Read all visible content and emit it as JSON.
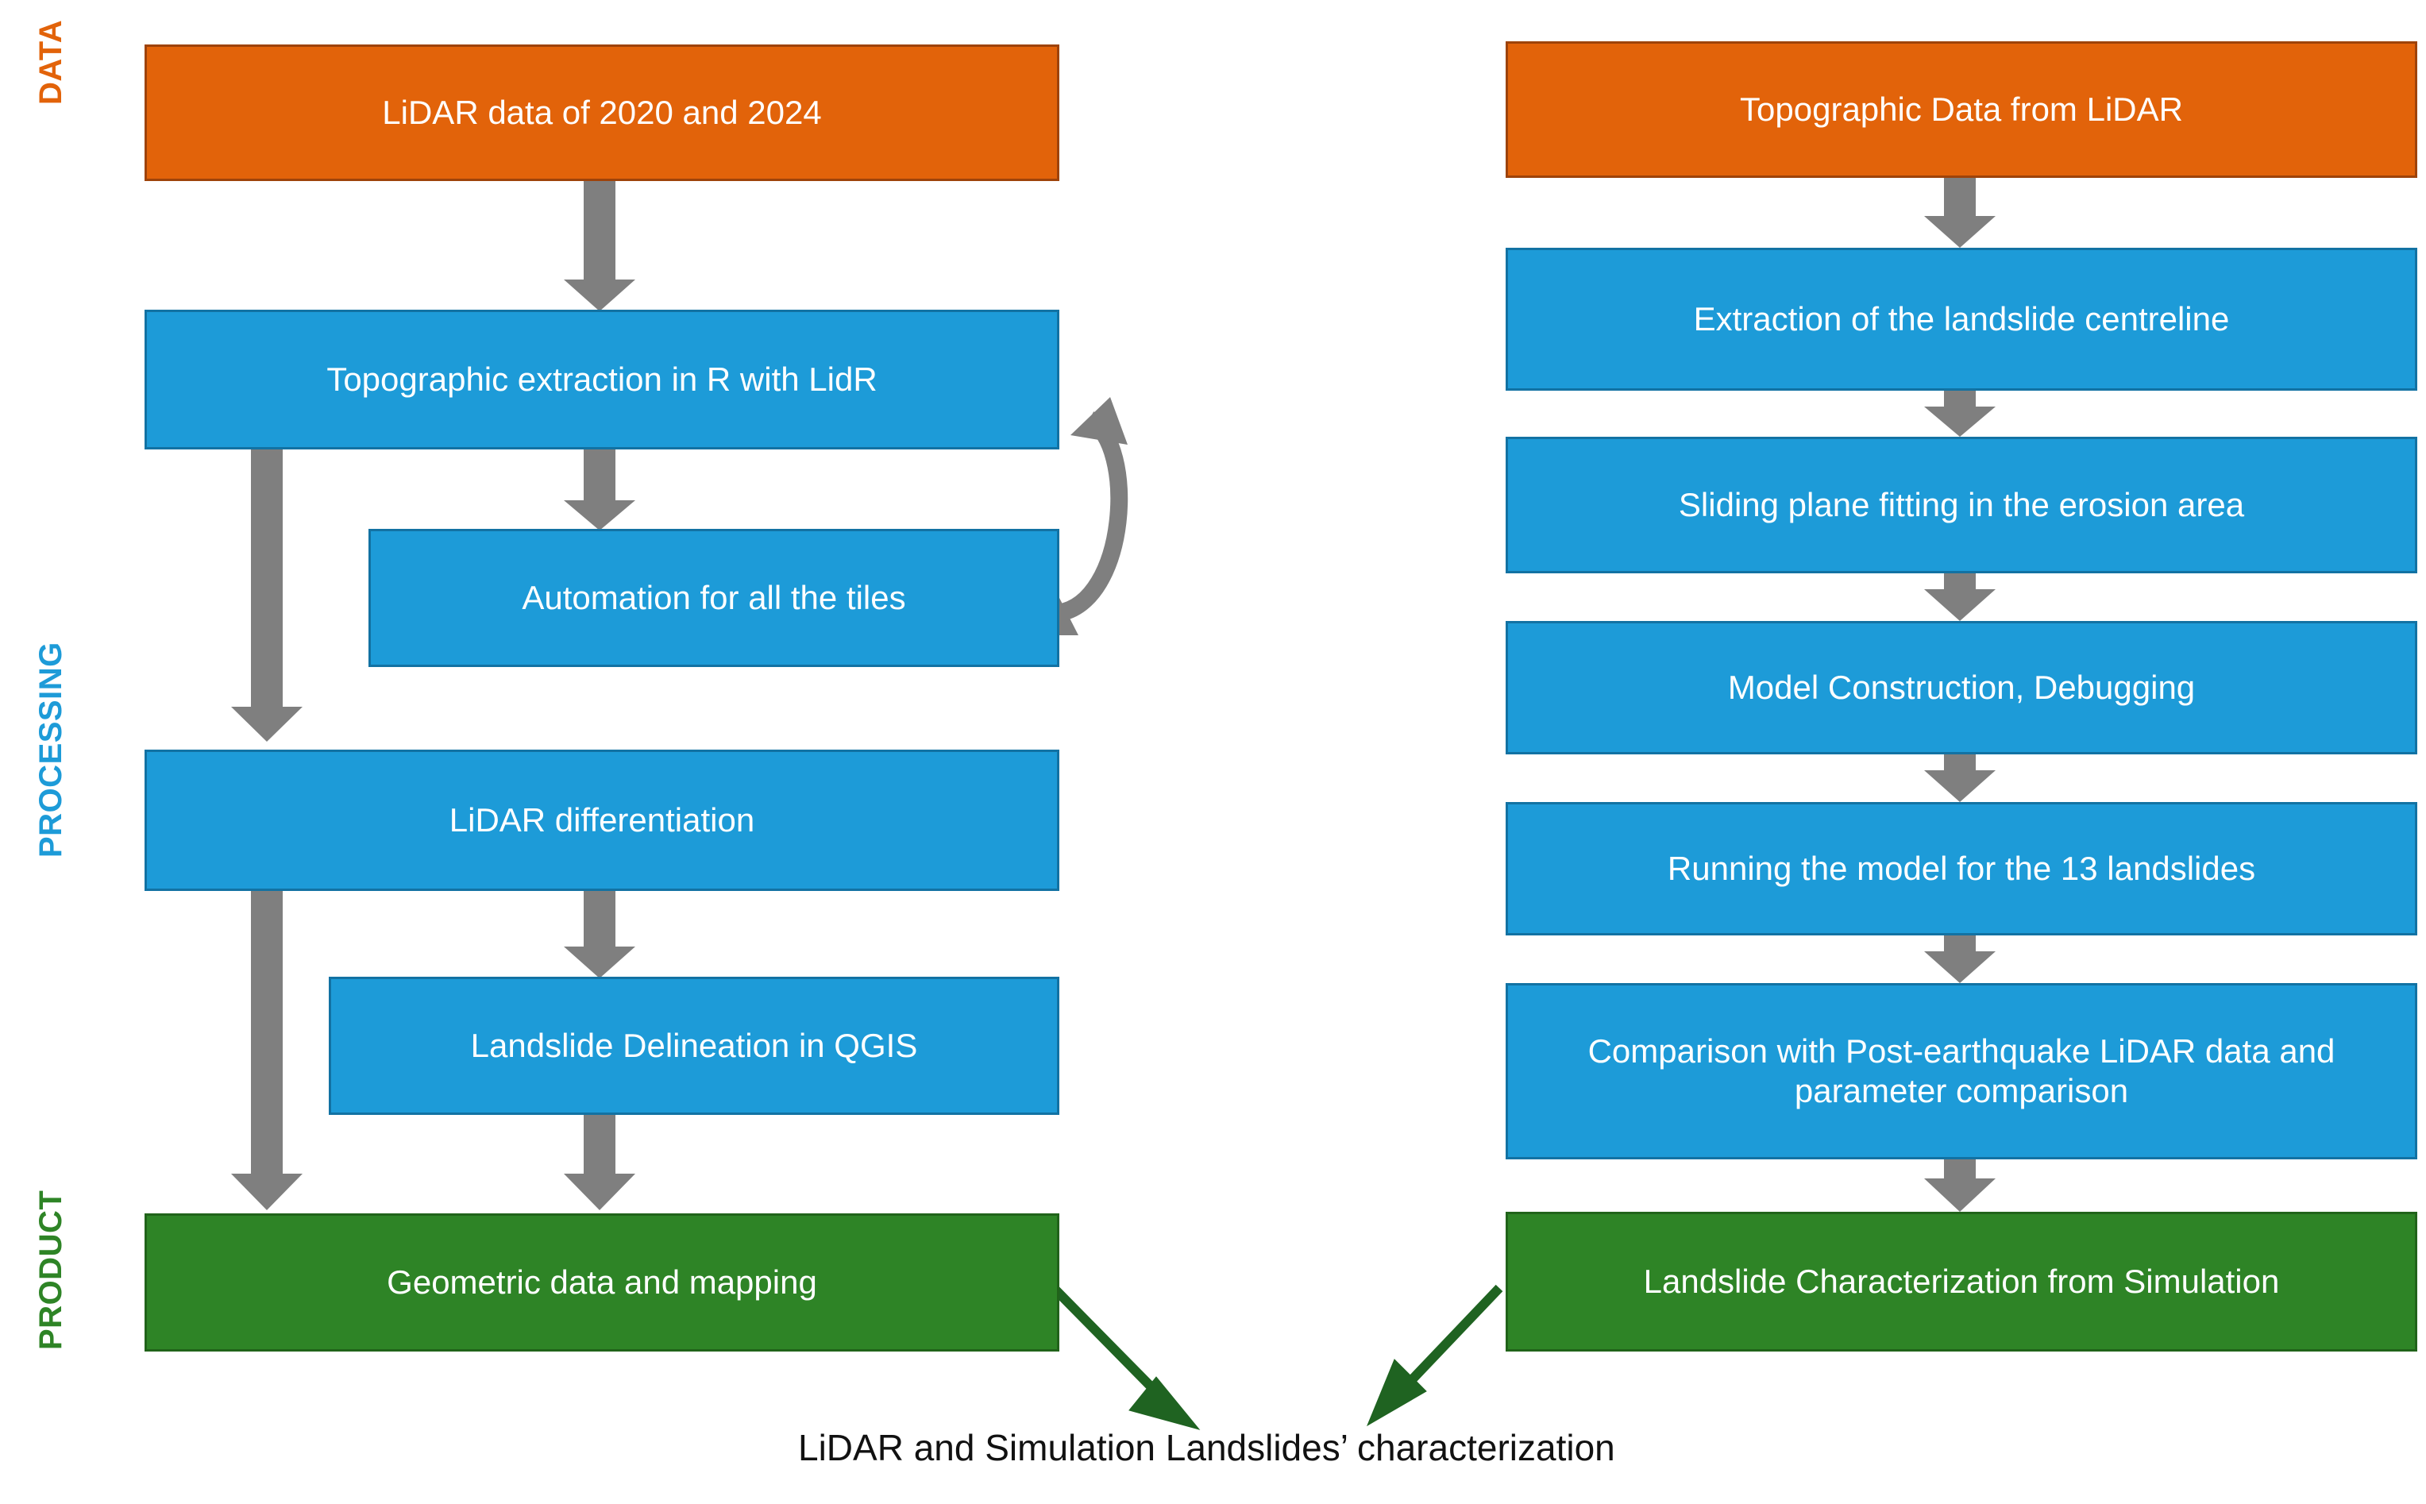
{
  "diagram": {
    "title_caption": "LiDAR and Simulation Landslides’ characterization",
    "rails": [
      {
        "label": "DATA",
        "color": "#E2630A"
      },
      {
        "label": "PROCESSING",
        "color": "#1D9BD8"
      },
      {
        "label": "PRODUCT",
        "color": "#2E8426"
      }
    ],
    "palette": {
      "data_orange": "#E2630A",
      "process_blue": "#1D9BD8",
      "product_green": "#2E8426",
      "arrow_gray": "#7F7F7F",
      "arrow_green": "#1F6321",
      "node_text": "#FFFFFF",
      "caption_text": "#111111"
    },
    "left_column": {
      "nodes": [
        {
          "id": "lidar-data",
          "label": "LiDAR data of 2020 and 2024",
          "kind": "data"
        },
        {
          "id": "topo-extraction",
          "label": "Topographic extraction in R with LidR",
          "kind": "processing"
        },
        {
          "id": "automation-tiles",
          "label": "Automation for all the tiles",
          "kind": "processing"
        },
        {
          "id": "lidar-differentiation",
          "label": "LiDAR differentiation",
          "kind": "processing"
        },
        {
          "id": "landslide-delineation",
          "label": "Landslide Delineation in QGIS",
          "kind": "processing"
        },
        {
          "id": "geometric-data",
          "label": "Geometric data and mapping",
          "kind": "product"
        }
      ]
    },
    "right_column": {
      "nodes": [
        {
          "id": "topo-data-lidar",
          "label": "Topographic Data from LiDAR",
          "kind": "data"
        },
        {
          "id": "centreline-extraction",
          "label": "Extraction of the landslide centreline",
          "kind": "processing"
        },
        {
          "id": "sliding-plane-fitting",
          "label": "Sliding plane fitting in the erosion area",
          "kind": "processing"
        },
        {
          "id": "model-construction",
          "label": "Model Construction, Debugging",
          "kind": "processing"
        },
        {
          "id": "run-model",
          "label": "Running the model for the 13 landslides",
          "kind": "processing"
        },
        {
          "id": "comparison",
          "label": "Comparison with Post-earthquake LiDAR data and parameter comparison",
          "kind": "processing"
        },
        {
          "id": "landslide-characterization",
          "label": "Landslide Characterization from Simulation",
          "kind": "product"
        }
      ]
    },
    "connectors": {
      "loop_note": "feedback loop from Automation for all the tiles back to Topographic extraction in R with LidR",
      "merge_note": "Geometric data and mapping plus Landslide Characterization from Simulation converge on the caption"
    }
  }
}
